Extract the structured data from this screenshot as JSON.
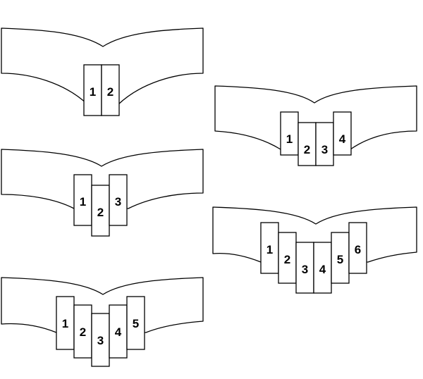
{
  "diagram": {
    "stroke_color": "#000000",
    "fill_color": "#ffffff",
    "figures": [
      {
        "labels": [
          "1",
          "2"
        ]
      },
      {
        "labels": [
          "1",
          "2",
          "3",
          "4"
        ]
      },
      {
        "labels": [
          "1",
          "2",
          "3"
        ]
      },
      {
        "labels": [
          "1",
          "2",
          "3",
          "4",
          "5",
          "6"
        ]
      },
      {
        "labels": [
          "1",
          "2",
          "3",
          "4",
          "5"
        ]
      }
    ]
  }
}
